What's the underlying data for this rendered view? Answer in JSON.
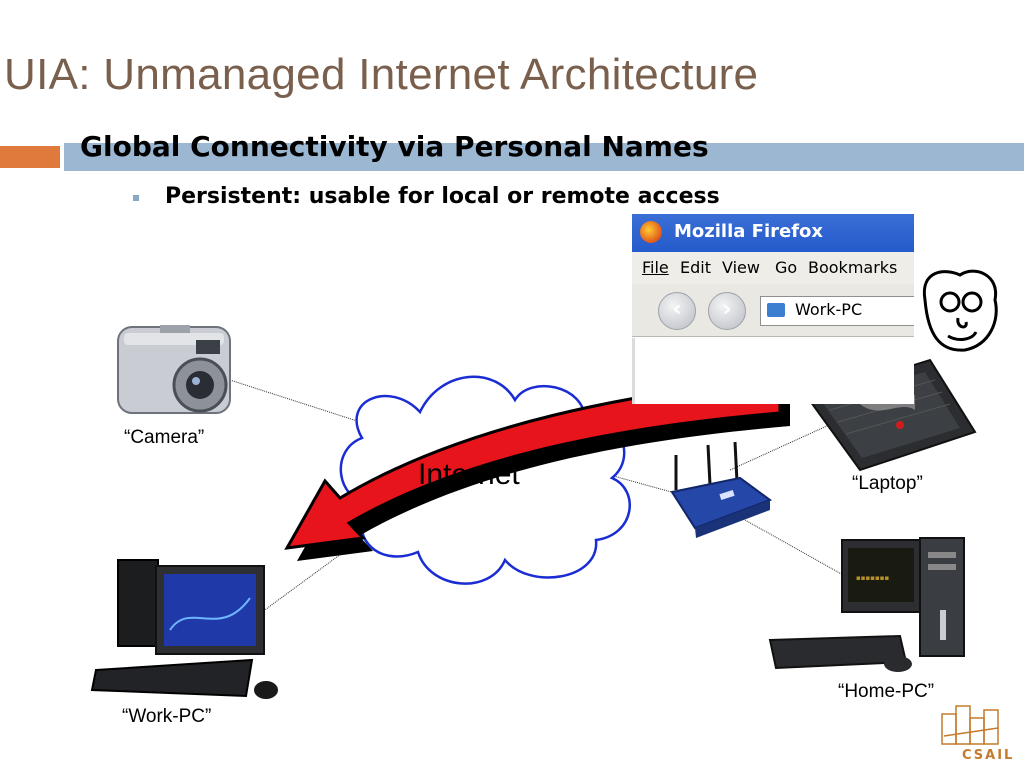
{
  "slide": {
    "title": "UIA: Unmanaged Internet Architecture",
    "subtitle": "Global Connectivity via Personal Names",
    "bullet": "Persistent: usable for local or remote access"
  },
  "diagram": {
    "cloud_label": "Internet",
    "nodes": {
      "camera": "“Camera”",
      "laptop": "“Laptop”",
      "work_pc": "“Work-PC”",
      "home_pc": "“Home-PC”"
    }
  },
  "browser": {
    "title": "Mozilla Firefox",
    "menu": [
      "File",
      "Edit",
      "View",
      "Go",
      "Bookmarks"
    ],
    "url_value": "Work-PC"
  },
  "logo": {
    "text": "CSAIL"
  },
  "colors": {
    "title": "#7a5f4c",
    "accent_orange": "#e07a3c",
    "accent_blue": "#9bb7d2",
    "arrow": "#e8141b",
    "cloud_stroke": "#1a2cd4"
  }
}
